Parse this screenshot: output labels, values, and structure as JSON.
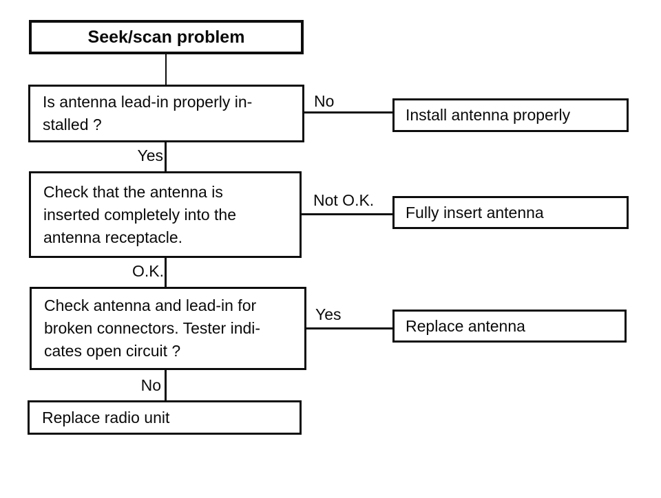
{
  "colors": {
    "ink": "#0d0d0d",
    "paper": "#ffffff"
  },
  "flowchart": {
    "start": {
      "label": "Seek/scan problem"
    },
    "steps": [
      {
        "question": "Is antenna lead-in properly in-\nstalled ?",
        "branch_label": "No",
        "branch_action": "Install antenna properly",
        "next_label": "Yes"
      },
      {
        "question": "Check that the antenna is\ninserted completely into the\nantenna receptacle.",
        "branch_label": "Not O.K.",
        "branch_action": "Fully insert antenna",
        "next_label": "O.K."
      },
      {
        "question": "Check antenna and lead-in for\nbroken connectors. Tester indi-\ncates open circuit ?",
        "branch_label": "Yes",
        "branch_action": "Replace antenna",
        "next_label": "No"
      }
    ],
    "end": {
      "label": "Replace radio unit"
    }
  }
}
